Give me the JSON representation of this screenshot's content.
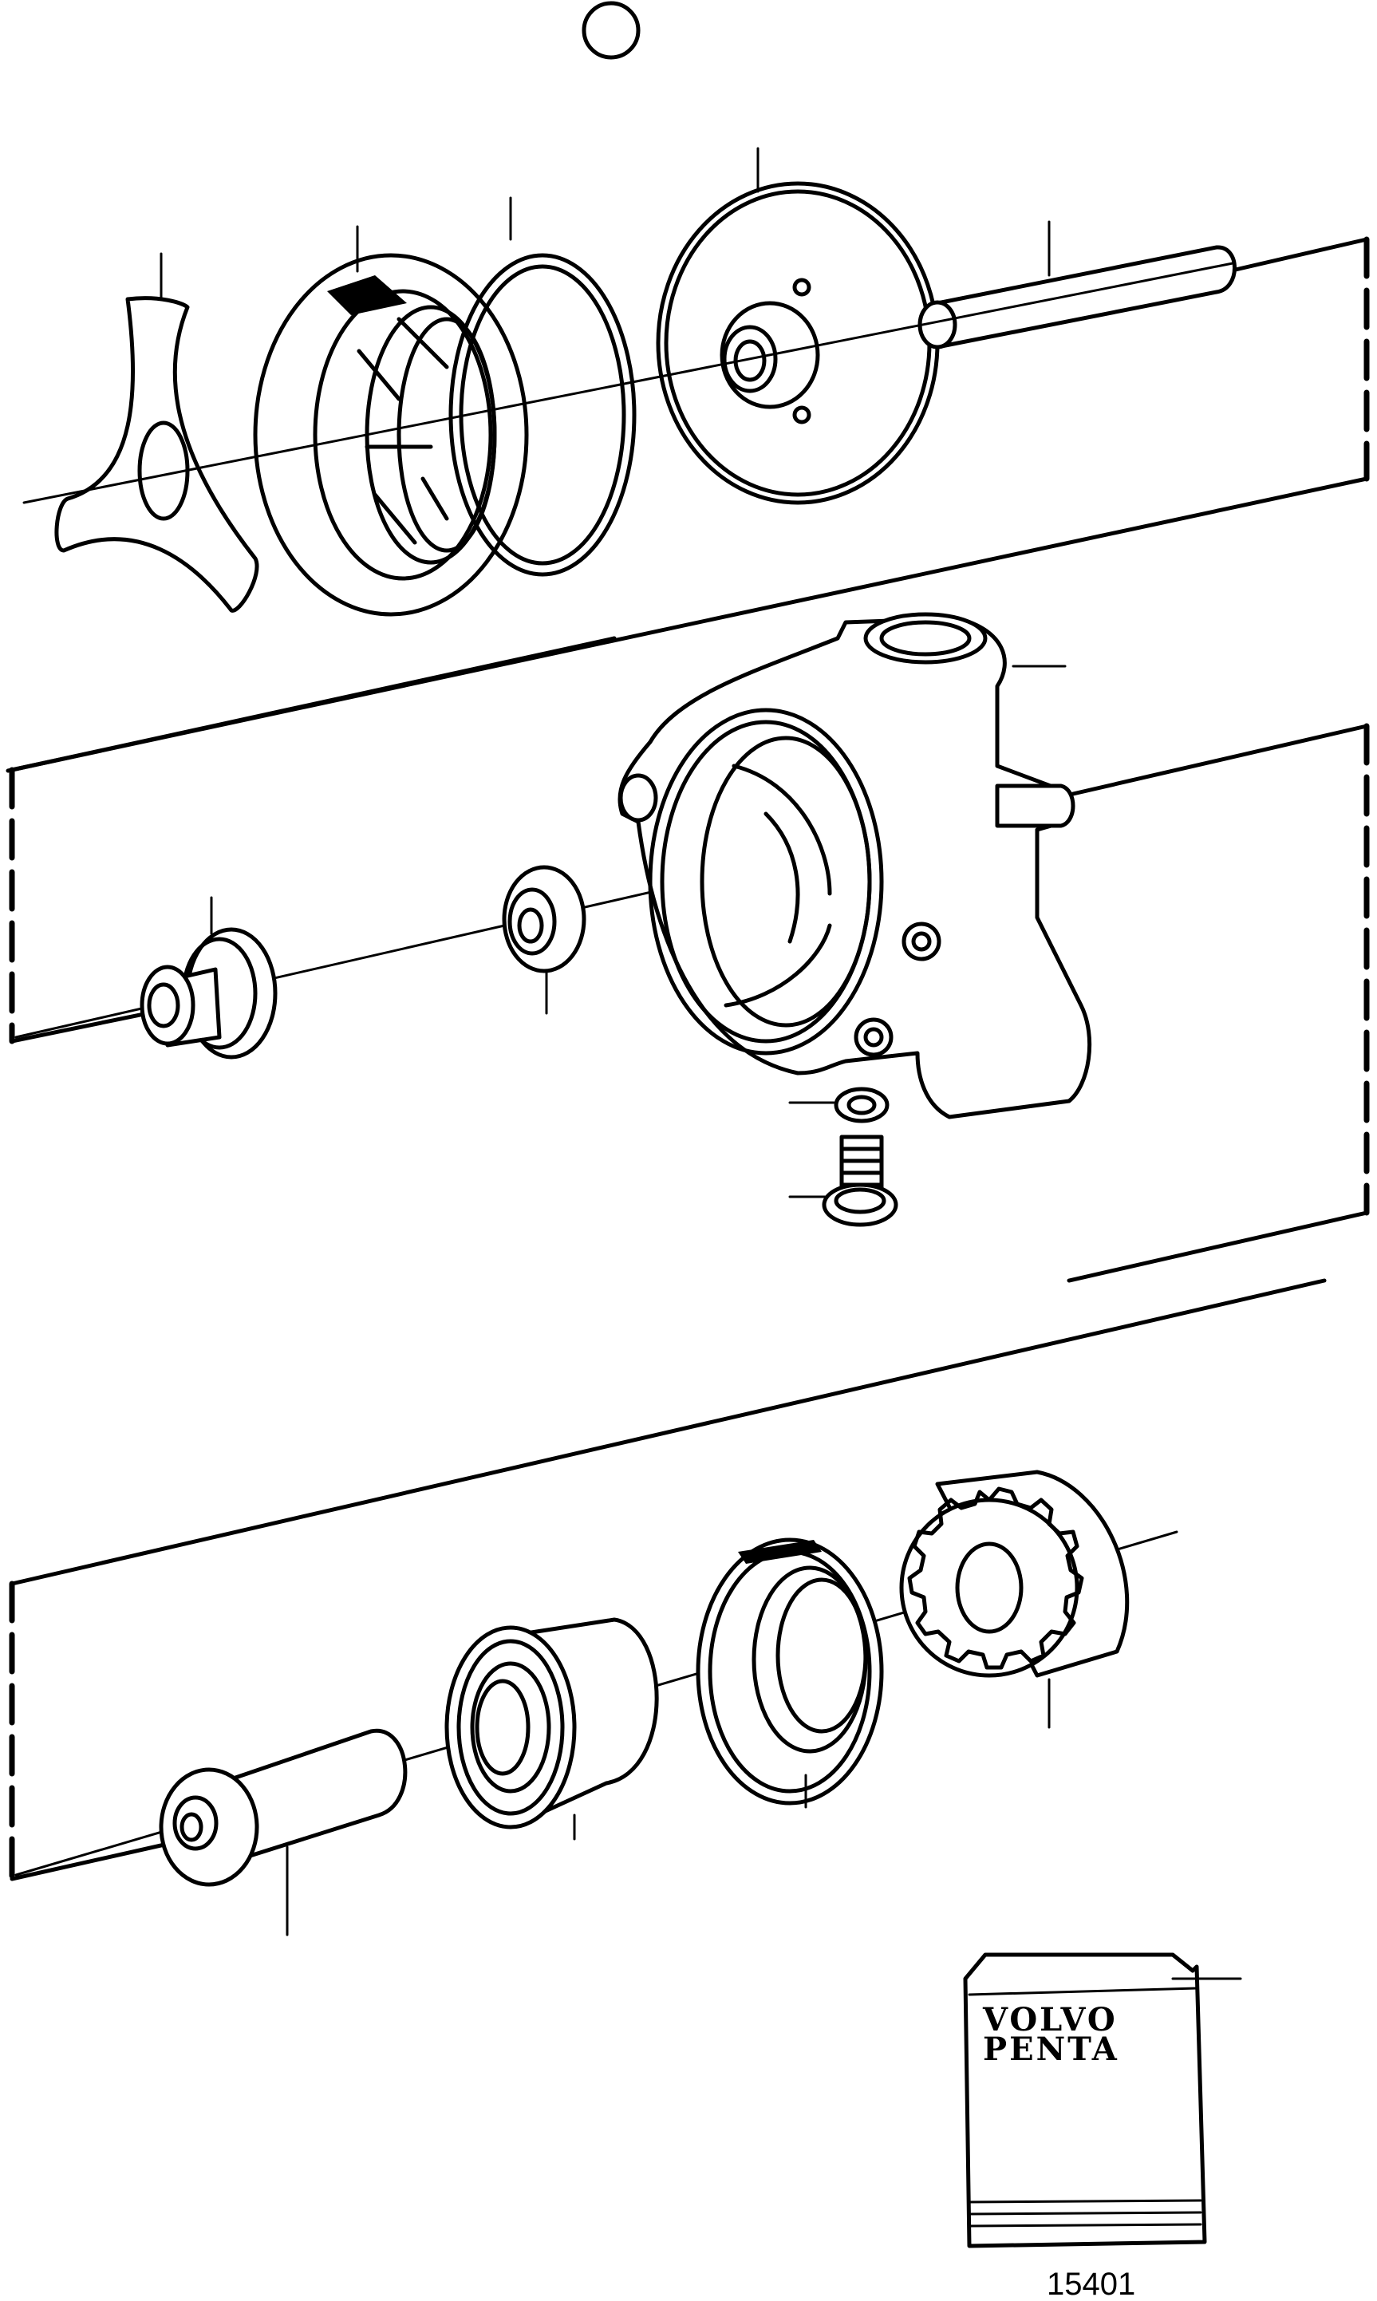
{
  "figure": {
    "number": "15401"
  },
  "manual": {
    "brand_line1": "VOLVO",
    "brand_line2": "PENTA"
  },
  "colors": {
    "line": "#000000",
    "background": "#ffffff"
  }
}
